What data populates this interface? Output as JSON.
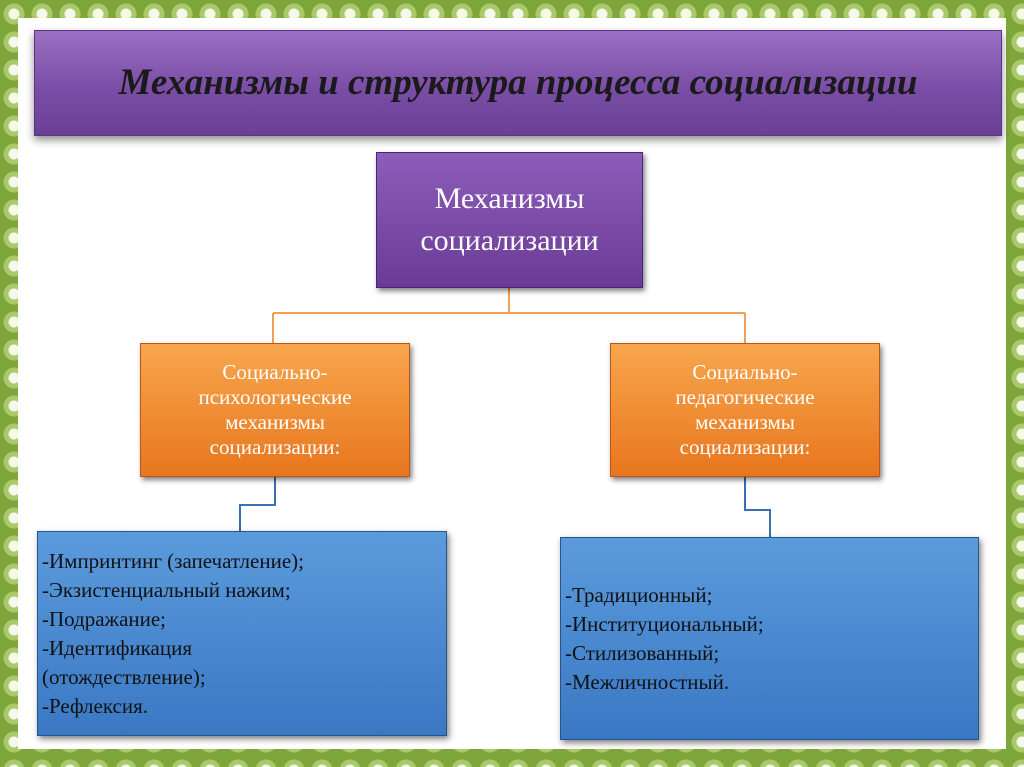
{
  "title": "Механизмы и структура процесса социализации",
  "root": {
    "line1": "Механизмы",
    "line2": "социализации"
  },
  "left_branch": {
    "lines": [
      "Социально-",
      "психологические",
      "механизмы",
      "социализации:"
    ],
    "items": [
      "-Импринтинг (запечатление);",
      "-Экзистенциальный нажим;",
      "-Подражание;",
      "-Идентификация",
      "(отождествление);",
      "-Рефлексия."
    ]
  },
  "right_branch": {
    "lines": [
      "Социально-",
      "педагогические",
      "механизмы",
      "социализации:"
    ],
    "items": [
      "-Традиционный;",
      "-Институциональный;",
      "-Стилизованный;",
      "-Межличностный."
    ]
  },
  "colors": {
    "title_bar": "#7a4ea6",
    "root_box": "#6a3b96",
    "orange_box": "#e8761e",
    "blue_box": "#3a78c4",
    "connector_orange": "#f0a054",
    "connector_blue": "#3a6fb0",
    "border_green": "#7fa63a"
  }
}
